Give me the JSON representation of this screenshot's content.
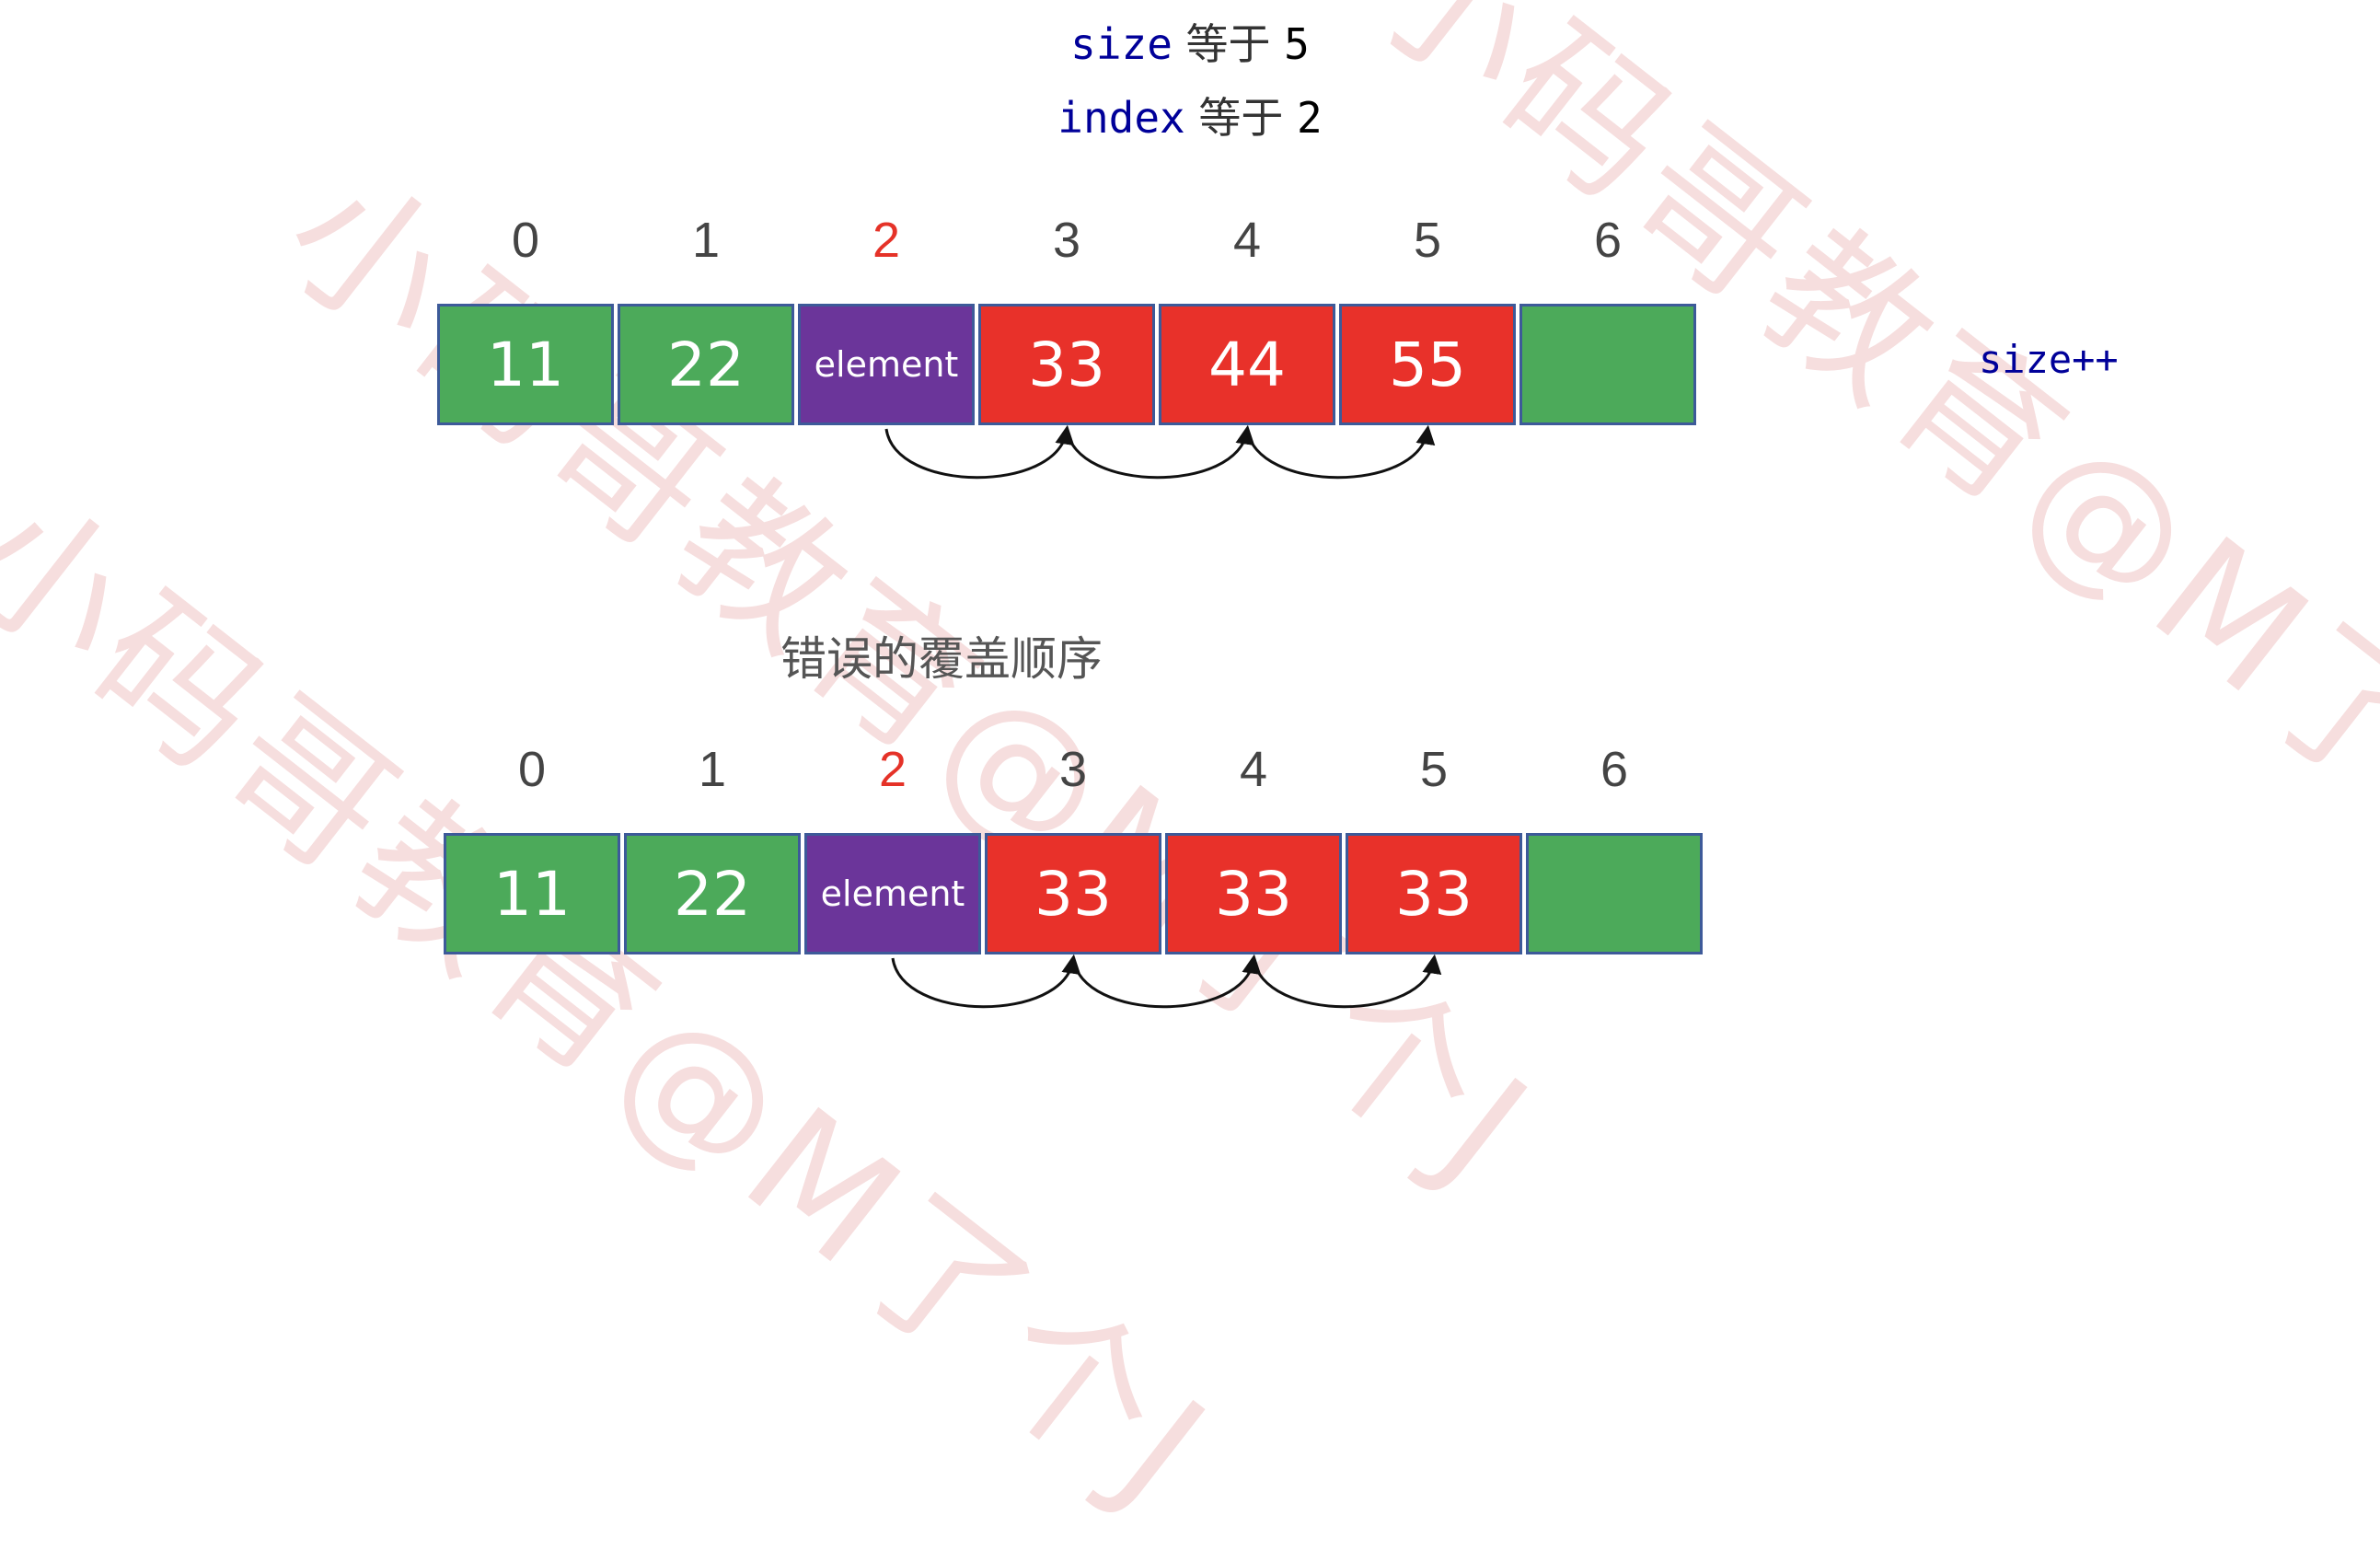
{
  "header": {
    "size_kw": "size",
    "size_eq": "等于",
    "size_val": "5",
    "index_kw": "index",
    "index_eq": "等于",
    "index_val": "2"
  },
  "watermark": "小码哥教育@M了个J",
  "highlight_index": 2,
  "arrays": [
    {
      "indices": [
        "0",
        "1",
        "2",
        "3",
        "4",
        "5",
        "6"
      ],
      "cells": [
        {
          "value": "11",
          "color": "green"
        },
        {
          "value": "22",
          "color": "green"
        },
        {
          "value": "element",
          "color": "purple"
        },
        {
          "value": "33",
          "color": "red"
        },
        {
          "value": "44",
          "color": "red"
        },
        {
          "value": "55",
          "color": "red"
        },
        {
          "value": "",
          "color": "green"
        }
      ]
    },
    {
      "indices": [
        "0",
        "1",
        "2",
        "3",
        "4",
        "5",
        "6"
      ],
      "cells": [
        {
          "value": "11",
          "color": "green"
        },
        {
          "value": "22",
          "color": "green"
        },
        {
          "value": "element",
          "color": "purple"
        },
        {
          "value": "33",
          "color": "red"
        },
        {
          "value": "33",
          "color": "red"
        },
        {
          "value": "33",
          "color": "red"
        },
        {
          "value": "",
          "color": "green"
        }
      ]
    }
  ],
  "note": "size++",
  "caption": "错误的覆盖顺序",
  "colors": {
    "green": "#4caa5a",
    "purple": "#6b359a",
    "red": "#e8312a",
    "index_highlight": "#e53228",
    "keyword": "#000099"
  }
}
